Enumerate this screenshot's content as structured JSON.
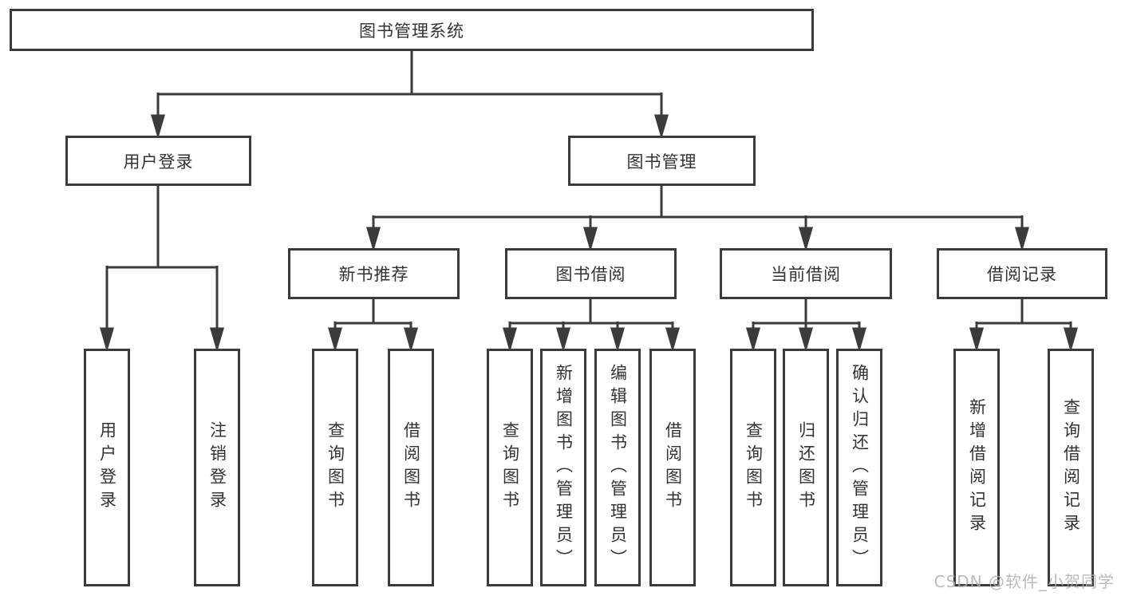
{
  "diagram": {
    "root": {
      "label": "图书管理系统"
    },
    "level2": [
      {
        "label": "用户登录"
      },
      {
        "label": "图书管理"
      }
    ],
    "level3": [
      {
        "label": "新书推荐"
      },
      {
        "label": "图书借阅"
      },
      {
        "label": "当前借阅"
      },
      {
        "label": "借阅记录"
      }
    ],
    "leaves": [
      {
        "label": "用户登录"
      },
      {
        "label": "注销登录"
      },
      {
        "label": "查询图书"
      },
      {
        "label": "借阅图书"
      },
      {
        "label": "查询图书"
      },
      {
        "label": "新增图书（管理员）"
      },
      {
        "label": "编辑图书（管理员）"
      },
      {
        "label": "借阅图书"
      },
      {
        "label": "查询图书"
      },
      {
        "label": "归还图书"
      },
      {
        "label": "确认归还（管理员）"
      },
      {
        "label": "新增借阅记录"
      },
      {
        "label": "查询借阅记录"
      }
    ]
  },
  "watermark": "CSDN @软件_小贺同学",
  "colors": {
    "line": "#3b3b3b",
    "text": "#333333",
    "background": "#ffffff",
    "watermark": "#afafaf"
  }
}
